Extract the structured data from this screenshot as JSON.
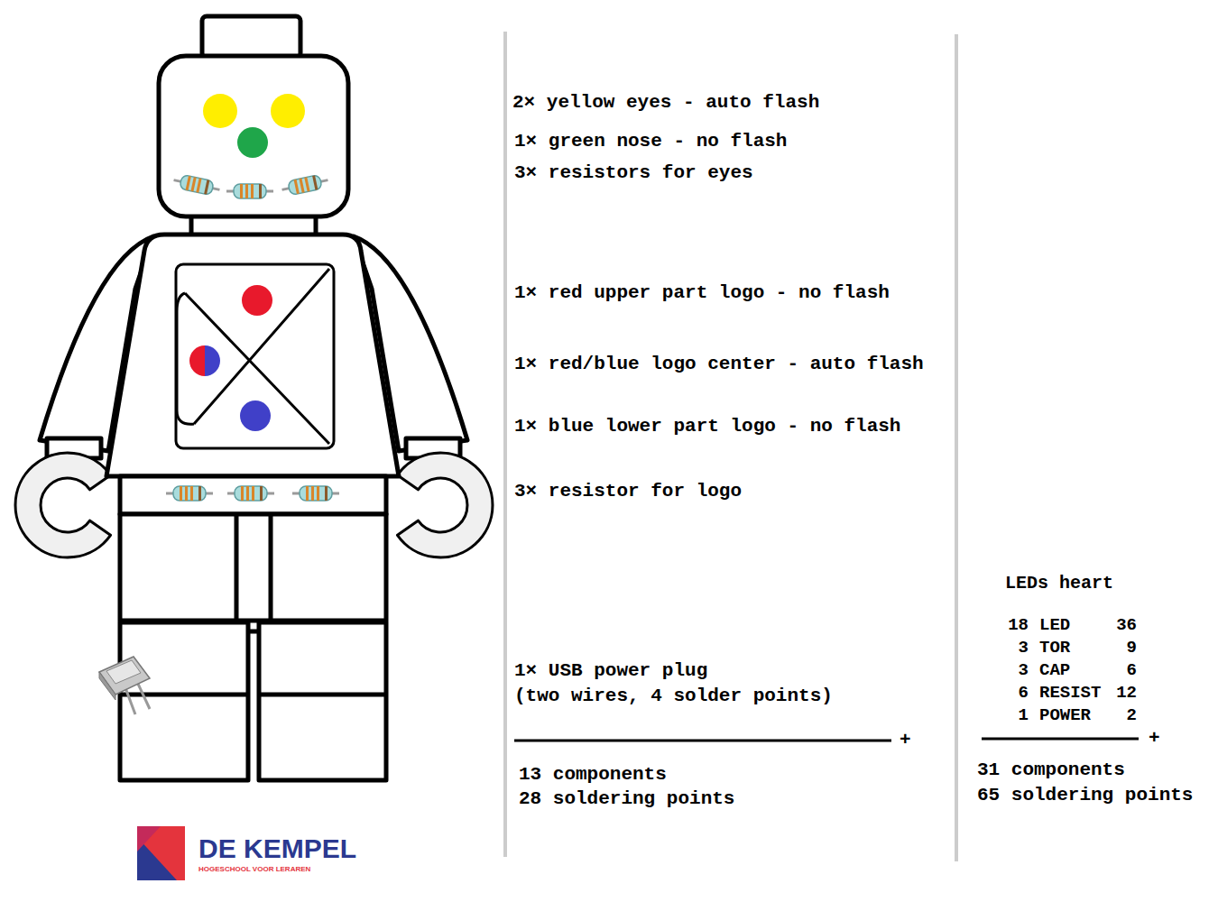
{
  "diagram": {
    "labels": [
      "2× yellow eyes - auto flash",
      "1× green nose - no flash",
      "3× resistors for eyes",
      "1× red upper part logo - no flash",
      "1× red/blue logo center - auto flash",
      "1× blue lower part logo - no flash",
      "3× resistor for logo",
      "1× USB power plug",
      "(two wires, 4 solder points)",
      "+",
      "13 components",
      "28 soldering points",
      "LEDs heart",
      "18",
      "LED",
      "36",
      "3",
      "TOR",
      "9",
      "3",
      "CAP",
      "6",
      "6",
      "RESIST",
      "12",
      "1",
      "POWER",
      "2",
      "+",
      "31 components",
      "65 soldering points",
      "DE KEMPEL",
      "HOGESCHOOL VOOR LERAREN"
    ]
  }
}
